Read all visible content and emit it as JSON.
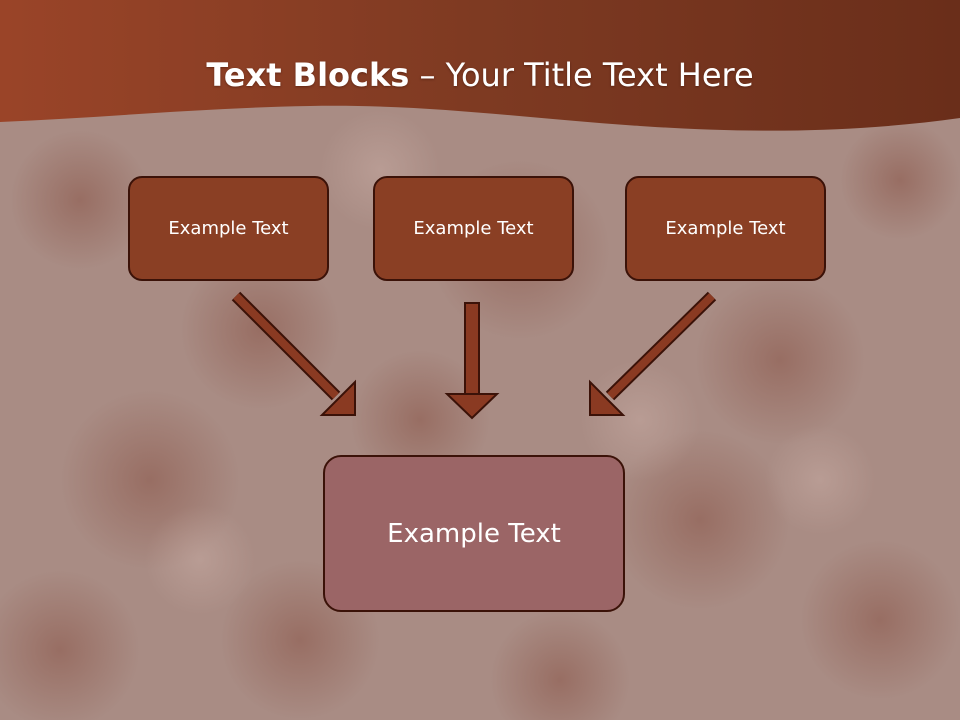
{
  "title": {
    "bold": "Text Blocks",
    "separator": " – ",
    "rest": "Your Title Text Here"
  },
  "blocks": {
    "top_left": "Example Text",
    "top_center": "Example Text",
    "top_right": "Example Text",
    "bottom": "Example Text"
  },
  "colors": {
    "header": "#8a3a20",
    "box_fill": "#8a3f24",
    "box_border": "#3b1208",
    "bottom_box_fill": "#9b6566",
    "arrow": "#8a3a22"
  }
}
